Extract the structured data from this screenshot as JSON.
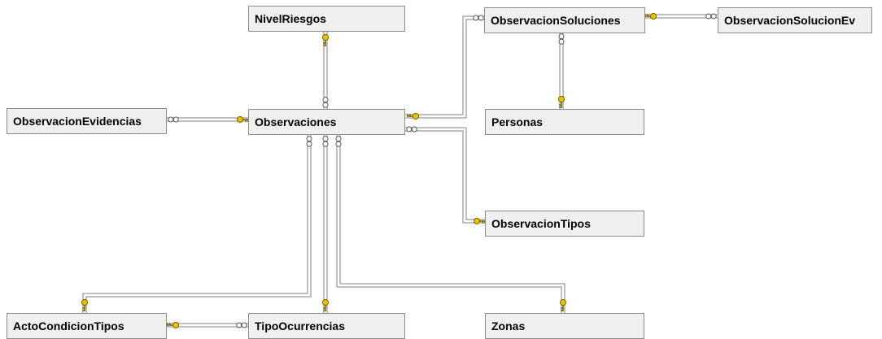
{
  "tables": {
    "nivelriesgos": "NivelRiesgos",
    "observacionsoluciones": "ObservacionSoluciones",
    "observacionsolucionev": "ObservacionSolucionEv",
    "observacionevidencias": "ObservacionEvidencias",
    "observaciones": "Observaciones",
    "personas": "Personas",
    "observaciontipos": "ObservacionTipos",
    "actocondiciontipos": "ActoCondicionTipos",
    "tipoocurrencias": "TipoOcurrencias",
    "zonas": "Zonas"
  },
  "colors": {
    "key": "#e3c300",
    "key_outline": "#7a6500",
    "line": "#808080",
    "box_fill": "#f0f0f0",
    "box_border": "#8c8c8c"
  },
  "relationships": [
    {
      "one": "NivelRiesgos",
      "many": "Observaciones"
    },
    {
      "one": "Observaciones",
      "many": "ObservacionSoluciones"
    },
    {
      "one": "ObservacionSoluciones",
      "many": "ObservacionSolucionEv"
    },
    {
      "one": "Personas",
      "many": "ObservacionSoluciones"
    },
    {
      "one": "Observaciones",
      "many": "ObservacionEvidencias"
    },
    {
      "one": "ObservacionTipos",
      "many": "Observaciones"
    },
    {
      "one": "ActoCondicionTipos",
      "many": "Observaciones"
    },
    {
      "one": "TipoOcurrencias",
      "many": "Observaciones"
    },
    {
      "one": "Zonas",
      "many": "Observaciones"
    },
    {
      "one": "ActoCondicionTipos",
      "many": "TipoOcurrencias"
    }
  ]
}
